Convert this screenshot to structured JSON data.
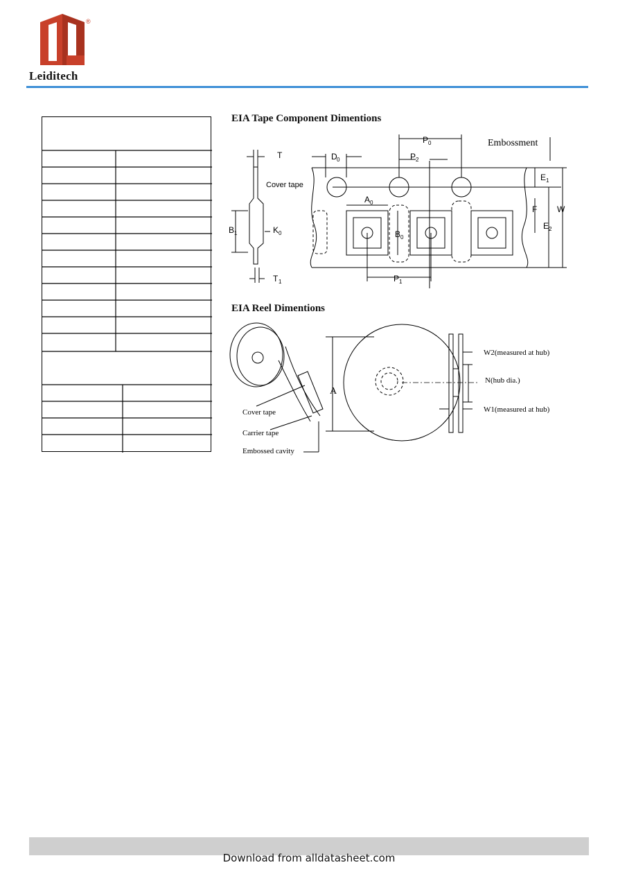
{
  "header": {
    "brand": "Leiditech",
    "logo_mark": "®",
    "logo_icon": "leiditech-logo-icon",
    "accent_color": "#3b8ed6",
    "logo_color": "#c8402a"
  },
  "tape_section": {
    "title": "EIA Tape Component Dimentions",
    "labels": {
      "T": "T",
      "D0": "D",
      "P0": "P",
      "P2": "P",
      "embossment": "Embossment",
      "E1": "E",
      "cover_tape": "Cover tape",
      "A0": "A",
      "F": "F",
      "W": "W",
      "B1": "B",
      "K0": "K",
      "B0": "B",
      "E2": "E",
      "T1": "T",
      "P1": "P",
      "sub0": "0",
      "sub1": "1",
      "sub2": "2"
    }
  },
  "reel_section": {
    "title": "EIA Reel Dimentions",
    "labels": {
      "A": "A",
      "W2": "W2(measured at hub)",
      "N": "N(hub dia.)",
      "W1": "W1(measured at hub)",
      "cover_tape": "Cover tape",
      "carrier_tape": "Carrier tape",
      "embossed_cavity": "Embossed cavity"
    }
  },
  "footer": {
    "download_text": "Download from alldatasheet.com",
    "bar_color": "#cfcfcf"
  }
}
